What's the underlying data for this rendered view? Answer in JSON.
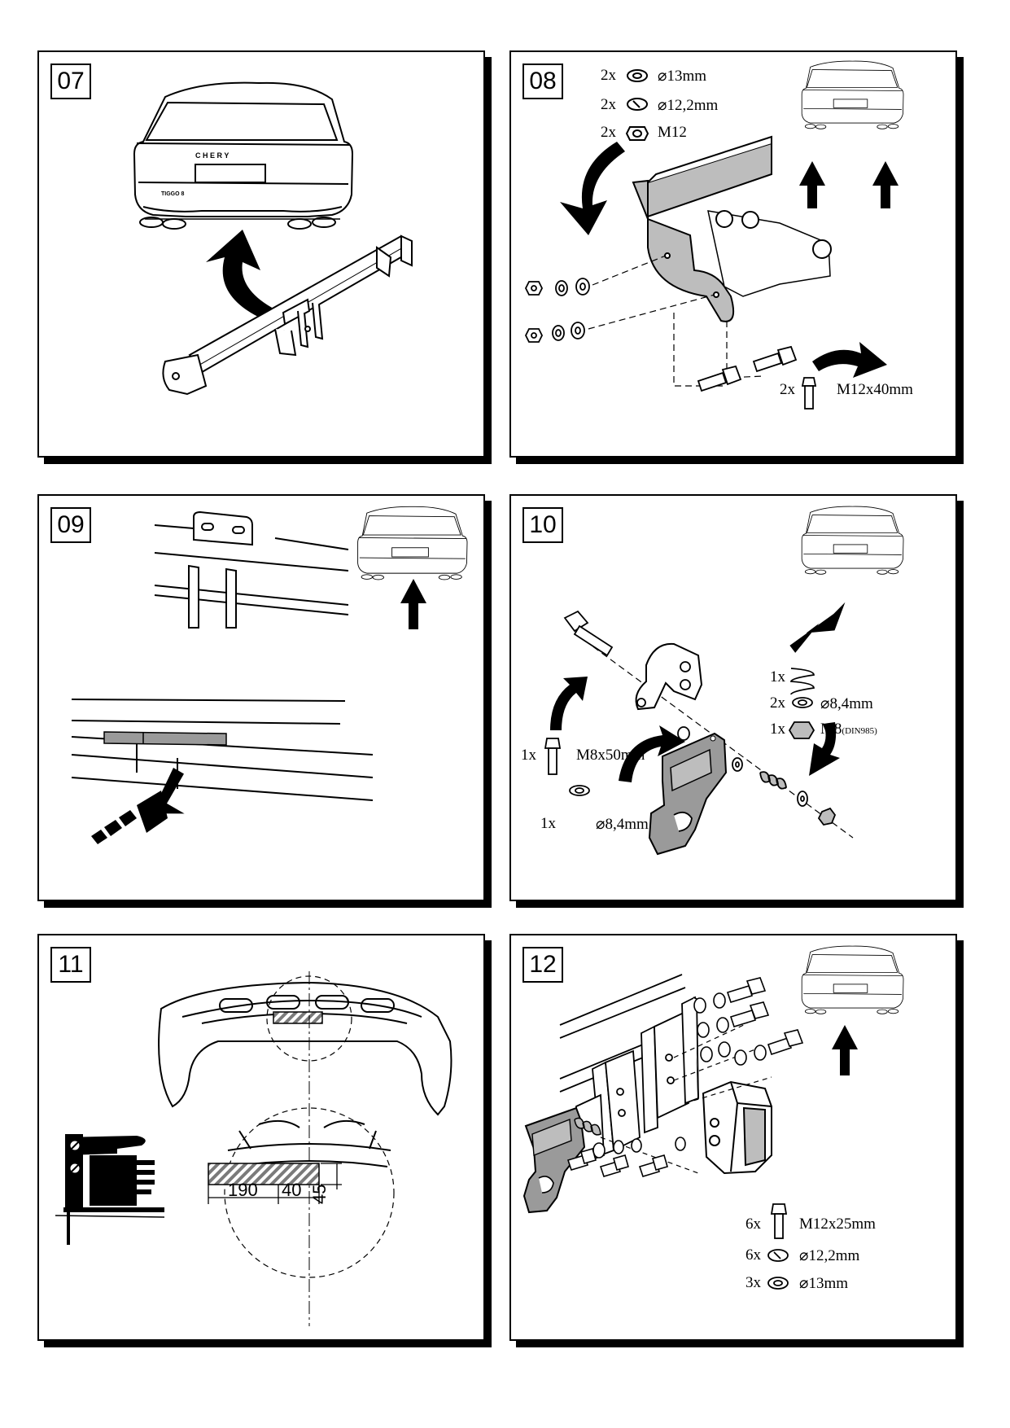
{
  "steps": [
    {
      "number": "07"
    },
    {
      "number": "08",
      "qty": [
        "2x",
        "2x",
        "2x",
        "2x"
      ],
      "parts": [
        "⌀13mm",
        "⌀12,2mm",
        "M12",
        "M12x40mm"
      ]
    },
    {
      "number": "09"
    },
    {
      "number": "10",
      "qty": [
        "1x",
        "2x",
        "1x",
        "1x",
        "1x"
      ],
      "parts": [
        "⌀8,4mm",
        "M8",
        "M8x50mm",
        "⌀8,4mm"
      ],
      "spring_qty": "1x",
      "nut_standard": "(DIN985)"
    },
    {
      "number": "11",
      "dimensions": [
        "190",
        "40",
        "45"
      ]
    },
    {
      "number": "12",
      "qty": [
        "6x",
        "6x",
        "3x"
      ],
      "parts": [
        "M12x25mm",
        "⌀12,2mm",
        "⌀13mm"
      ]
    }
  ],
  "car": {
    "brand_text": "C H E R Y",
    "model_text": "TIGGO 8"
  },
  "colors": {
    "line": "#000000",
    "part_fill": "#bdbdbd",
    "hatch": "#7a7a7a"
  }
}
